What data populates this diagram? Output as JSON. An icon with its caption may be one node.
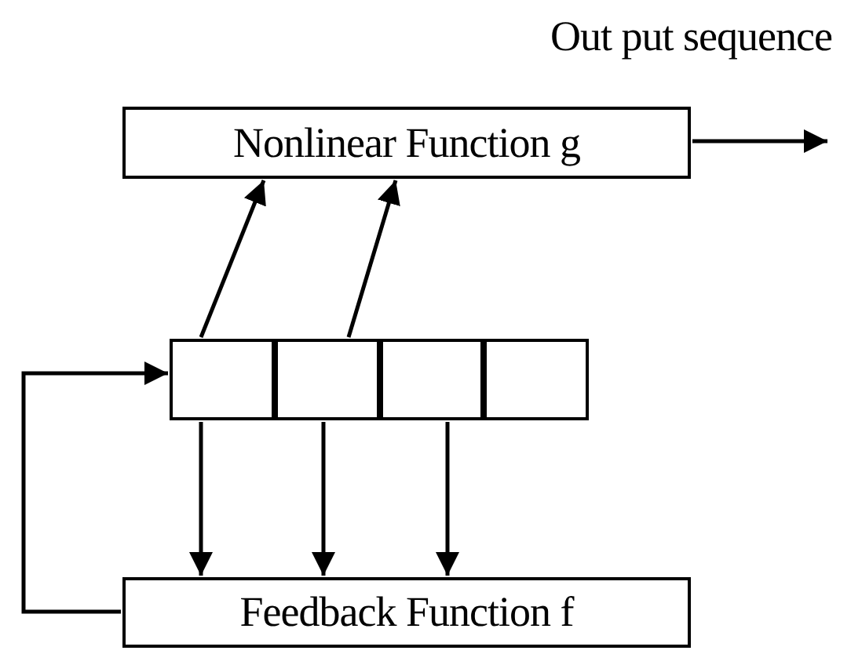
{
  "diagram": {
    "nodes": [
      {
        "text": [
          "Nonlinear Function g"
        ]
      },
      {
        "text": [],
        "shape": "box"
      },
      {
        "text": [],
        "shape": "box"
      },
      {
        "text": [],
        "shape": "box"
      },
      {
        "text": [],
        "shape": "box"
      },
      {
        "text": [
          "Feedback Function f"
        ]
      }
    ],
    "edges": [
      {
        "from": 0,
        "to": null,
        "arrow": "to"
      },
      {
        "from": 1,
        "to": 0,
        "arrow": "to"
      },
      {
        "from": 2,
        "to": 0,
        "arrow": "to"
      },
      {
        "from": 1,
        "to": 5,
        "arrow": "to"
      },
      {
        "from": 2,
        "to": 5,
        "arrow": "to"
      },
      {
        "from": 3,
        "to": 5,
        "arrow": "to"
      },
      {
        "from": 5,
        "to": 1,
        "arrow": "to"
      }
    ],
    "labels": [
      "Out put sequence"
    ]
  }
}
